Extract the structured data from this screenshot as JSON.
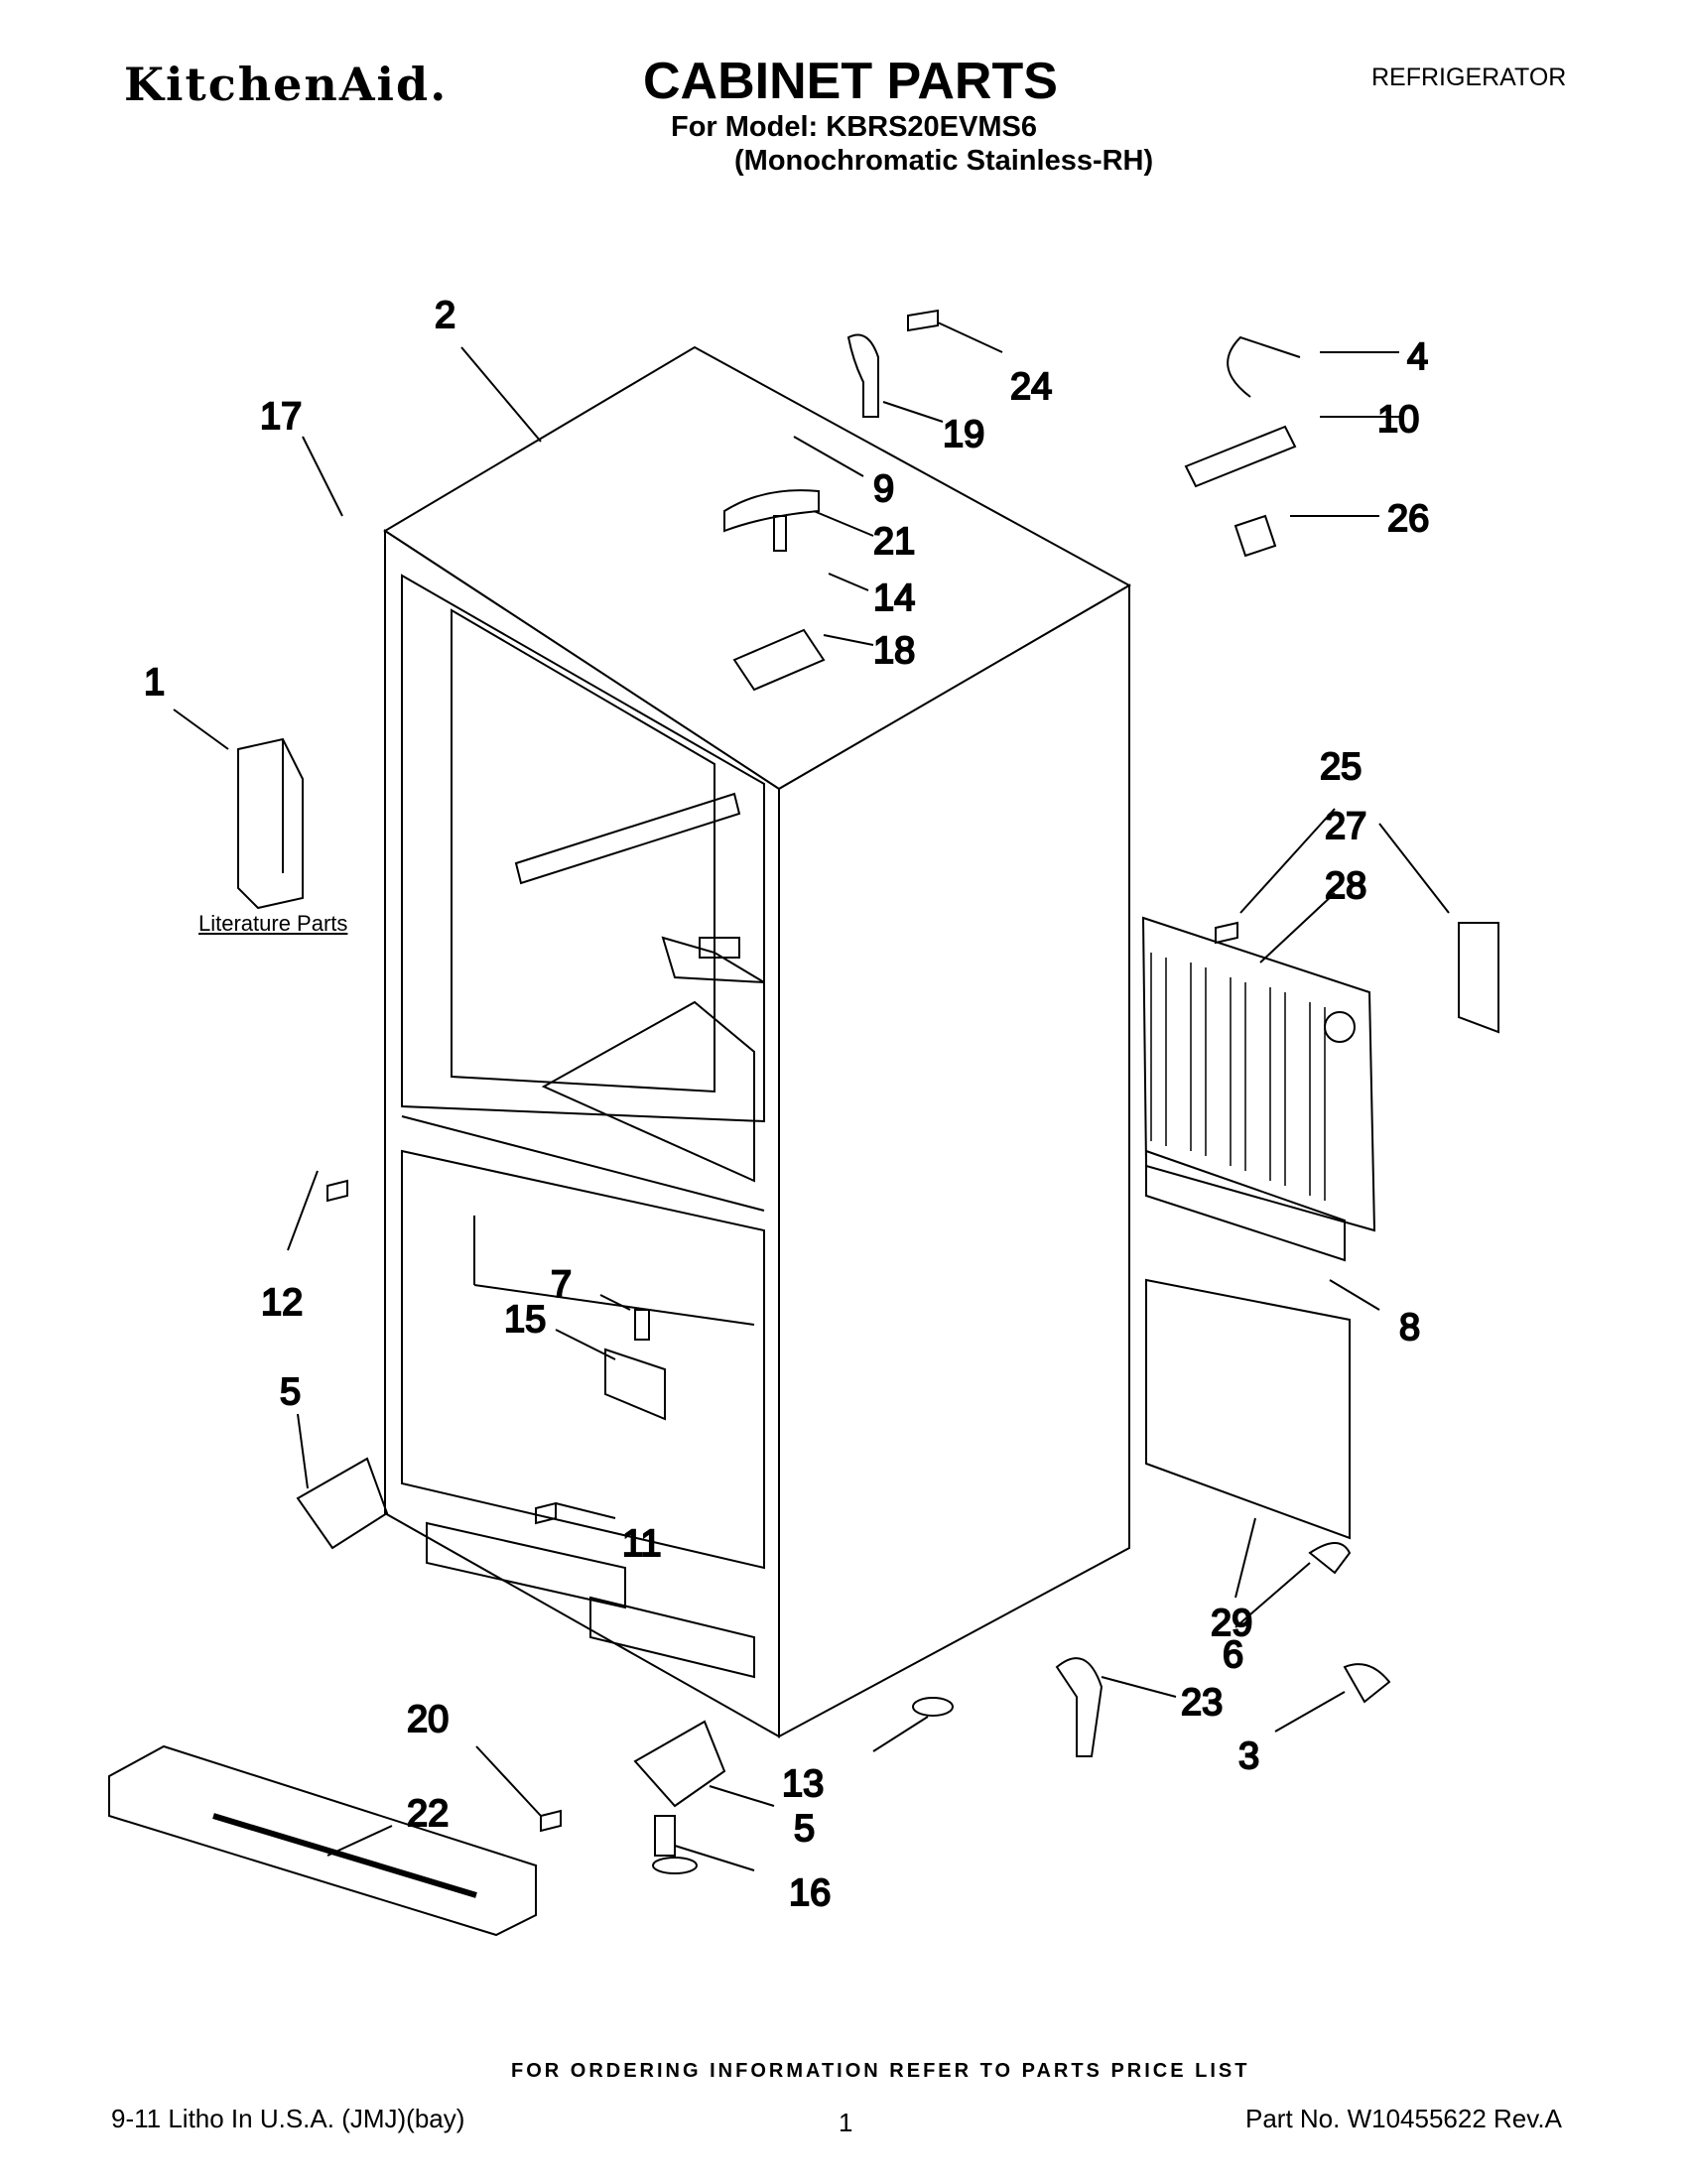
{
  "header": {
    "brand": "KitchenAid.",
    "title": "CABINET PARTS",
    "category": "REFRIGERATOR",
    "model_line": "For Model: KBRS20EVMS6",
    "variant_line": "(Monochromatic Stainless-RH)"
  },
  "diagram": {
    "literature_label": "Literature Parts",
    "callouts": [
      "1",
      "2",
      "3",
      "4",
      "5",
      "5",
      "6",
      "7",
      "8",
      "9",
      "10",
      "11",
      "12",
      "13",
      "14",
      "15",
      "16",
      "17",
      "18",
      "19",
      "20",
      "21",
      "22",
      "23",
      "24",
      "25",
      "26",
      "27",
      "28",
      "29"
    ]
  },
  "footer": {
    "ordering_note": "FOR ORDERING INFORMATION REFER TO PARTS PRICE LIST",
    "litho": "9-11 Litho In U.S.A. (JMJ)(bay)",
    "page": "1",
    "part_no": "Part No. W10455622 Rev.A"
  }
}
